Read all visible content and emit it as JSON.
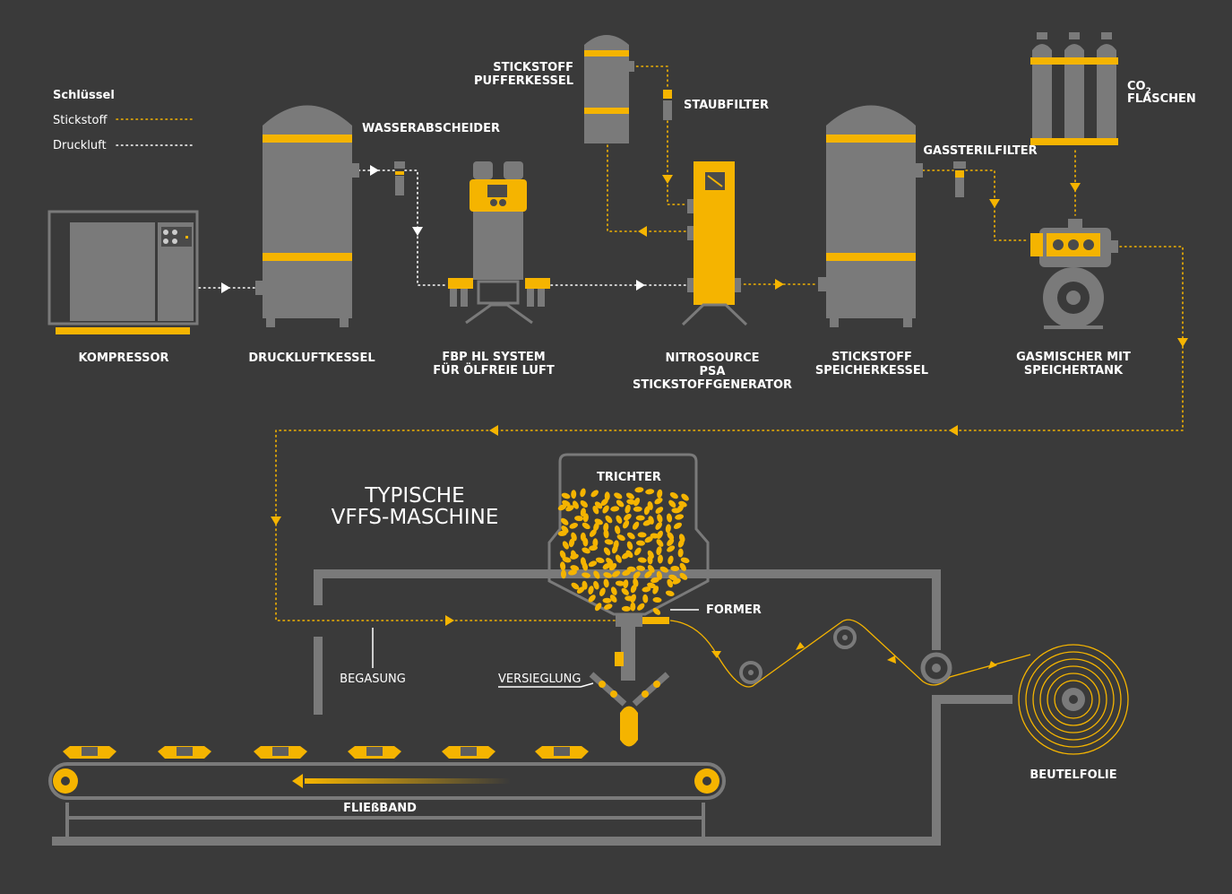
{
  "legend": {
    "title": "Schlüssel",
    "items": [
      {
        "label": "Stickstoff",
        "color": "#f5b400"
      },
      {
        "label": "Druckluft",
        "color": "#ffffff"
      }
    ]
  },
  "components": {
    "kompressor": "KOMPRESSOR",
    "druckluftkessel": "DRUCKLUFTKESSEL",
    "wasserabscheider": "WASSERABSCHEIDER",
    "fbp_line1": "FBP HL SYSTEM",
    "fbp_line2": "FÜR ÖLFREIE LUFT",
    "puffer_line1": "STICKSTOFF",
    "puffer_line2": "PUFFERKESSEL",
    "staubfilter": "STAUBFILTER",
    "nitro_line1": "NITROSOURCE",
    "nitro_line2": "PSA",
    "nitro_line3": "STICKSTOFFGENERATOR",
    "speicher_line1": "STICKSTOFF",
    "speicher_line2": "SPEICHERKESSEL",
    "gassterilfilter": "GASSTERILFILTER",
    "co2_prefix": "CO",
    "co2_sub": "2",
    "co2_line2": "FLASCHEN",
    "gasmischer_line1": "GASMISCHER MIT",
    "gasmischer_line2": "SPEICHERTANK"
  },
  "machine": {
    "title_line1": "TYPISCHE",
    "title_line2": "VFFS-MASCHINE",
    "trichter": "TRICHTER",
    "former": "FORMER",
    "begasung": "BEGASUNG",
    "versieglung": "VERSIEGLUNG",
    "beutelfolie": "BEUTELFOLIE",
    "fliessband": "FLIEßBAND"
  },
  "colors": {
    "background": "#3a3a3a",
    "equipment": "#7a7a7a",
    "accent": "#f5b400",
    "text": "#ffffff"
  }
}
